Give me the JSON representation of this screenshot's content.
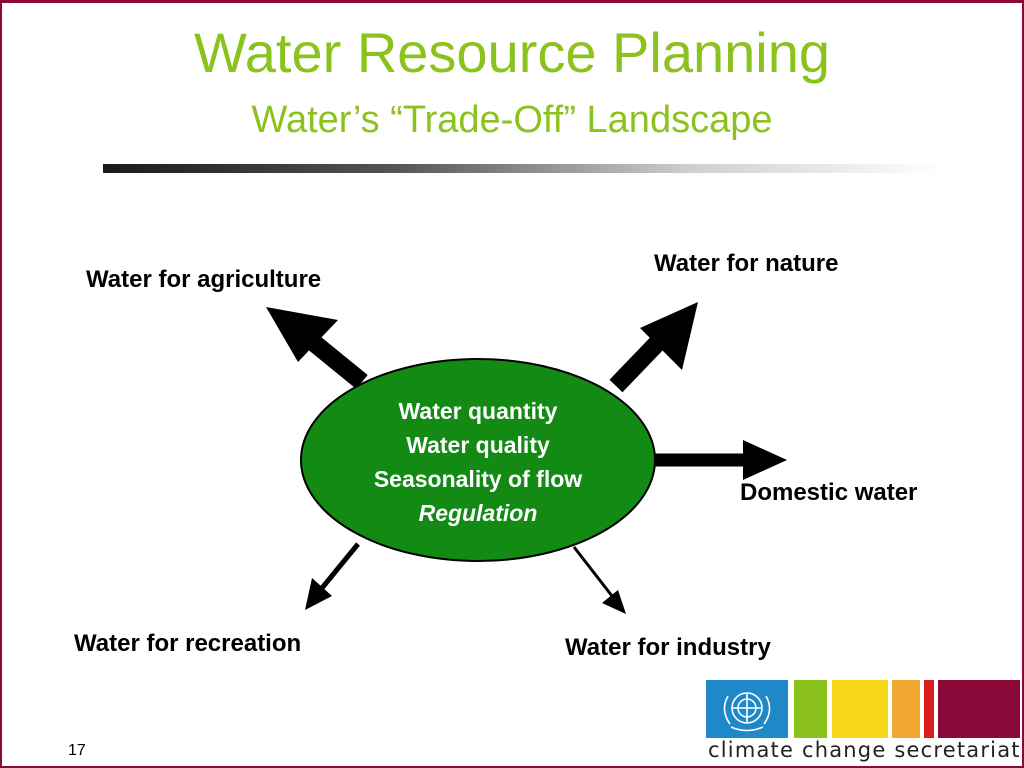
{
  "slide": {
    "title": "Water Resource Planning",
    "subtitle": "Water’s “Trade-Off” Landscape",
    "page_number": "17"
  },
  "center": {
    "lines": [
      "Water quantity",
      "Water quality",
      "Seasonality of flow"
    ],
    "italic_line": "Regulation",
    "fill_color": "#128a14"
  },
  "uses": {
    "agriculture": "Water for agriculture",
    "nature": "Water for nature",
    "domestic": "Domestic water",
    "recreation": "Water for recreation",
    "industry": "Water for industry"
  },
  "logo": {
    "text": "climate change secretariat",
    "emblem": "un-emblem-icon",
    "colors": {
      "un_blue": "#1e88c8",
      "green": "#8cc21e",
      "yellow": "#f7d61c",
      "orange": "#f0a830",
      "red": "#d82020",
      "maroon": "#8b0a3a"
    }
  },
  "colors": {
    "title": "#8cc21e",
    "frame": "#8b0a3a"
  }
}
